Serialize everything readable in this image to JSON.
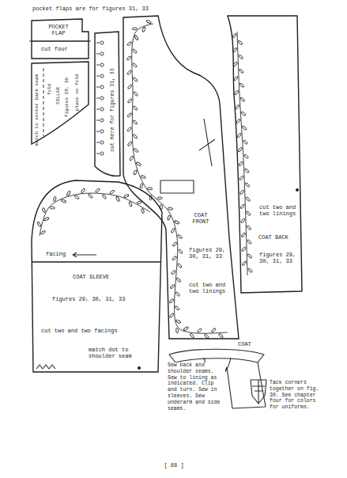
{
  "diagram": {
    "nodes": [
      {
        "text": [
          "POCKET FLAP",
          "cut four"
        ]
      },
      {
        "text": [
          "match to center back seam",
          "fold",
          "COLLAR",
          "figures 29, 30",
          "place on fold"
        ]
      },
      {
        "text": [
          "cut here for figures 31, 33"
        ]
      },
      {
        "text": [
          "COAT FRONT",
          "figures 29, 30, 31, 33",
          "cut two and two linings"
        ]
      },
      {
        "text": [
          "cut two and two linings",
          "COAT BACK",
          "figures 29, 30, 31, 33"
        ]
      },
      {
        "text": [
          "facing",
          "COAT SLEEVE",
          "figures 29, 30, 31, 33",
          "cut two and two facings",
          "match dot to shoulder seam"
        ]
      }
    ],
    "labels": [
      "pocket flaps are for figures 31, 33",
      "COAT",
      "Sew back and shoulder seams. Sew to lining as indicated. Clip and turn. Sew in sleeves. Sew underarm and side seams.",
      "Tack corners together on fig. 30. See chapter four for colors for uniforms.",
      "[ 88 ]"
    ]
  }
}
